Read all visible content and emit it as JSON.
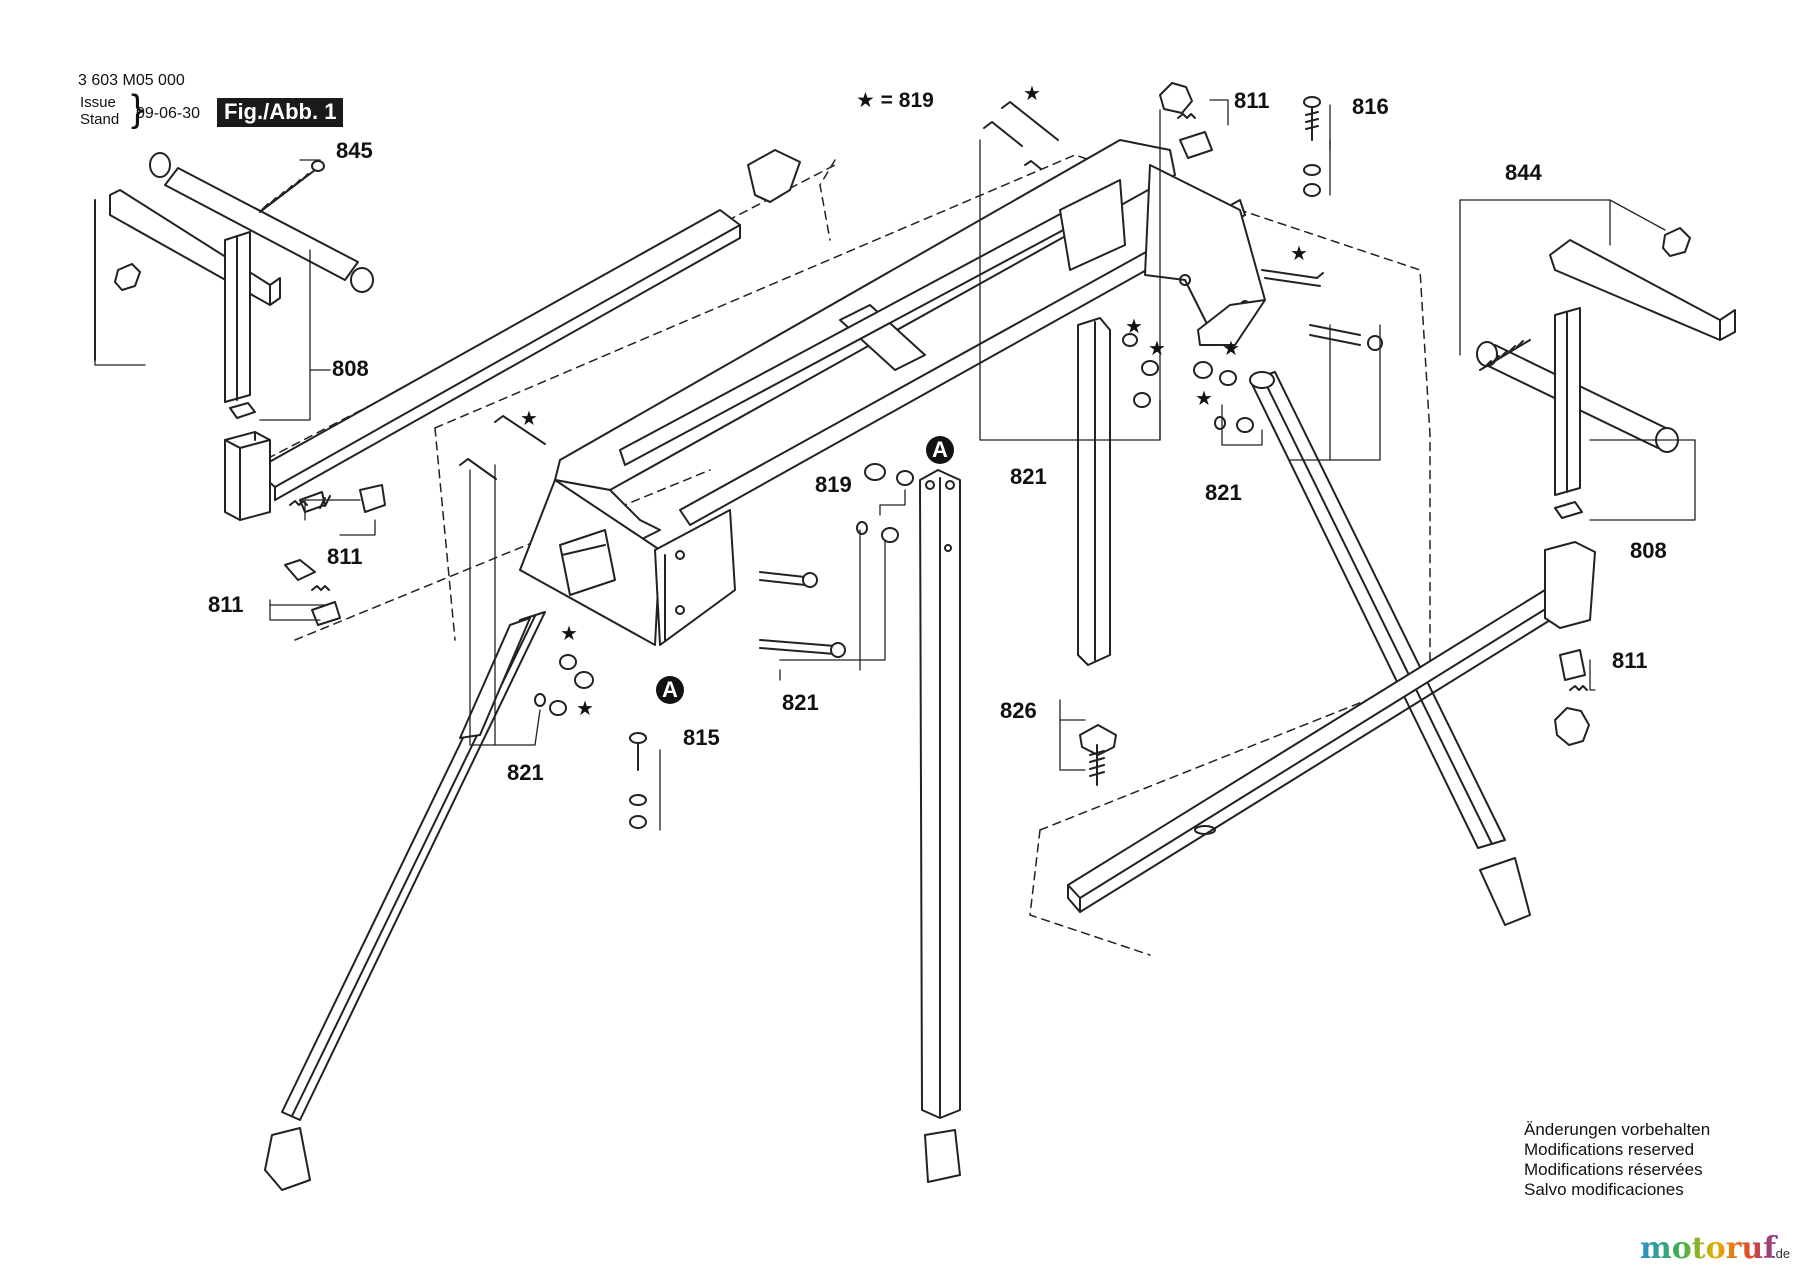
{
  "header": {
    "doc_number": "3 603 M05 000",
    "issue_label": "Issue",
    "stand_label": "Stand",
    "issue_date": "09-06-30",
    "figure_label": "Fig./Abb. 1"
  },
  "legend": {
    "text": "★ = 819"
  },
  "parts": [
    {
      "number": "845"
    },
    {
      "number": "808"
    },
    {
      "number": "811"
    },
    {
      "number": "811"
    },
    {
      "number": "819"
    },
    {
      "number": "821"
    },
    {
      "number": "821"
    },
    {
      "number": "815"
    },
    {
      "number": "811"
    },
    {
      "number": "816"
    },
    {
      "number": "821"
    },
    {
      "number": "821"
    },
    {
      "number": "826"
    },
    {
      "number": "844"
    },
    {
      "number": "808"
    },
    {
      "number": "811"
    }
  ],
  "connectors": [
    {
      "label": "A"
    },
    {
      "label": "A"
    }
  ],
  "star_symbol": "★",
  "notes": [
    "Änderungen vorbehalten",
    "Modifications reserved",
    "Modifications réservées",
    "Salvo modificaciones"
  ],
  "brand": {
    "name": "motoruf",
    "suffix": ".de"
  },
  "colors": {
    "line": "#222222",
    "brand_gradient": [
      "#2a8fd0",
      "#3db24a",
      "#e8b000",
      "#e0442c",
      "#7a3fa0"
    ]
  }
}
